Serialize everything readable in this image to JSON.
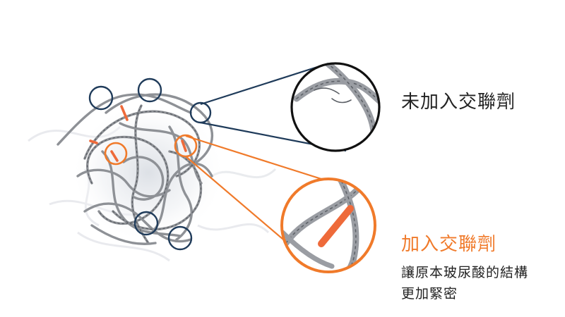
{
  "labels": {
    "uncrosslinked": "未加入交聯劑",
    "crosslinked": "加入交聯劑",
    "description_line1": "讓原本玻尿酸的結構",
    "description_line2": "更加緊密"
  },
  "colors": {
    "navy": "#1f3b5a",
    "orange": "#f07a2a",
    "strand": "#8e9196",
    "strand_dark": "#5c6066",
    "crosslink_bar": "#ee6a3a",
    "text": "#222222"
  },
  "icons": {
    "uncrosslinked_marker": "navy-circle",
    "crosslinked_marker": "orange-circle"
  }
}
